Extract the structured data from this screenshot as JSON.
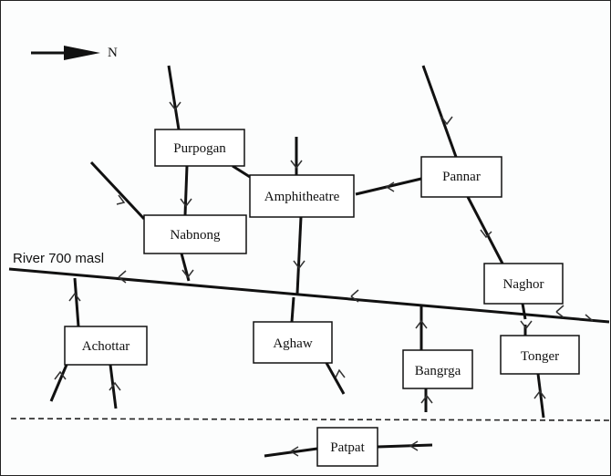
{
  "compass": {
    "label": "N"
  },
  "river": {
    "label": "River 700 masl"
  },
  "places": [
    {
      "id": "purpogan",
      "name": "Purpogan"
    },
    {
      "id": "amphitheatre",
      "name": "Amphitheatre"
    },
    {
      "id": "pannar",
      "name": "Pannar"
    },
    {
      "id": "nabnong",
      "name": "Nabnong"
    },
    {
      "id": "naghor",
      "name": "Naghor"
    },
    {
      "id": "achottar",
      "name": "Achottar"
    },
    {
      "id": "aghaw",
      "name": "Aghaw"
    },
    {
      "id": "bangrga",
      "name": "Bangrga"
    },
    {
      "id": "tonger",
      "name": "Tonger"
    },
    {
      "id": "patpat",
      "name": "Patpat"
    }
  ]
}
